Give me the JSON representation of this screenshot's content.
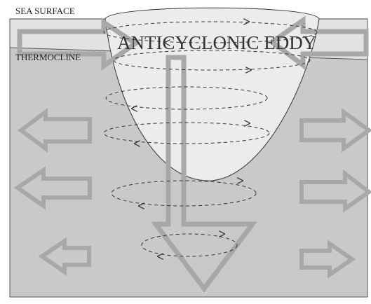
{
  "labels": {
    "sea_surface": "SEA SURFACE",
    "thermocline": "THERMOCLINE",
    "eddy_title": "ANTICYCLONIC EDDY"
  },
  "colors": {
    "deep_water": "#c9c9c9",
    "upper_layer": "#e2e2e2",
    "eddy_core": "#ececec",
    "arrow_stroke": "#a8a8a8",
    "arrow_fill": "#e6e6e6",
    "outline": "#333333",
    "ellipse_dash": "#333333"
  }
}
